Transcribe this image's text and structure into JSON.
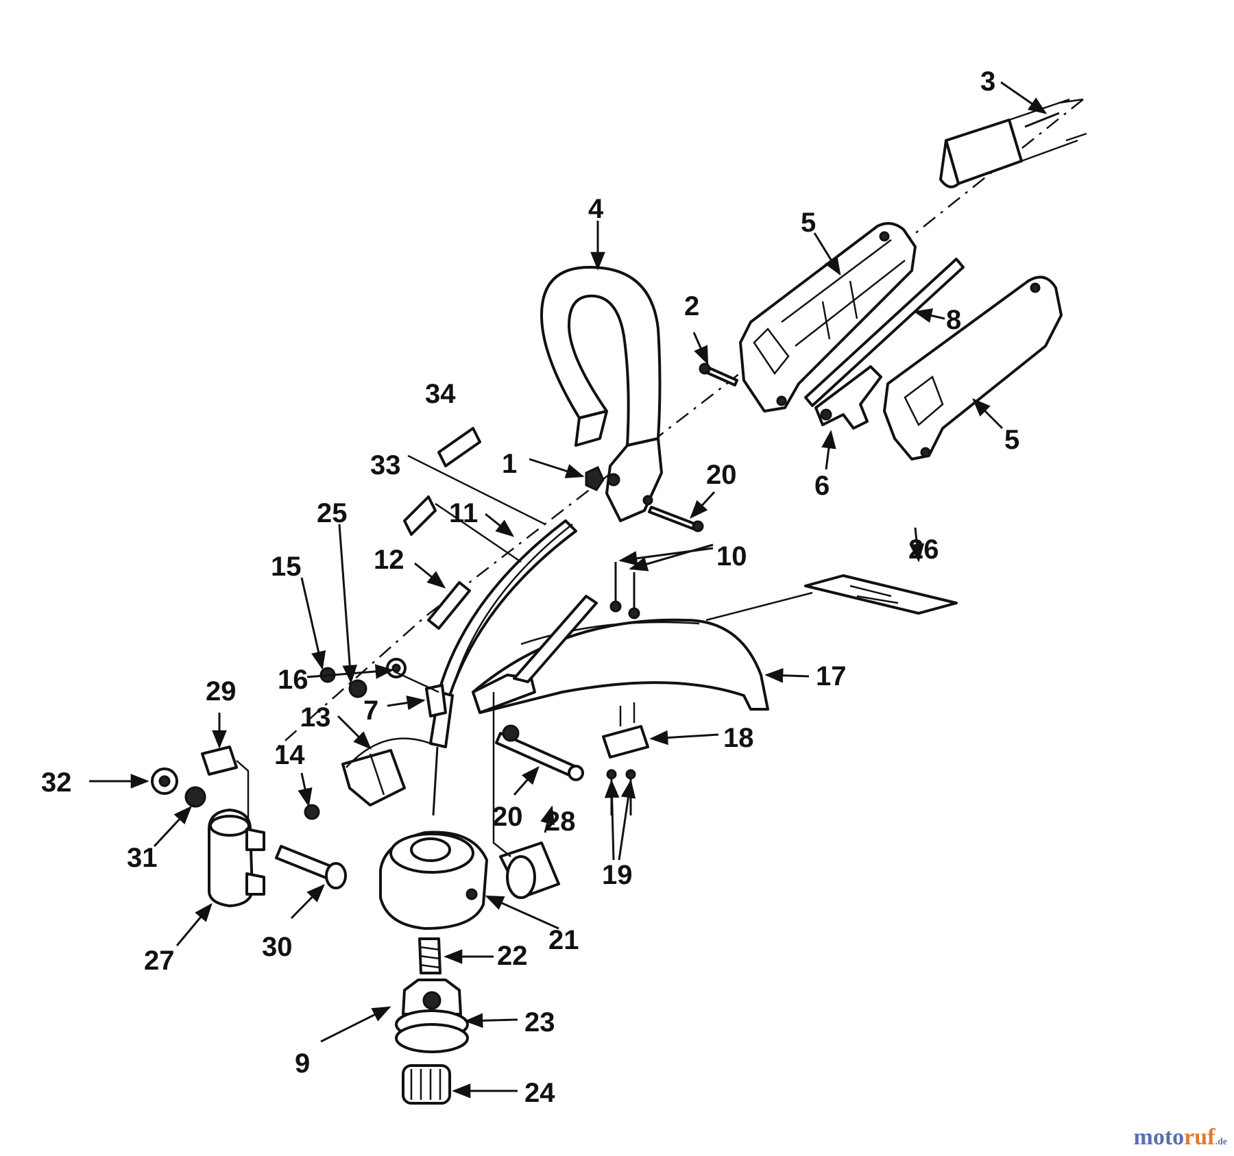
{
  "labels": {
    "l1": "1",
    "l2": "2",
    "l3": "3",
    "l4": "4",
    "l5a": "5",
    "l5b": "5",
    "l6": "6",
    "l7": "7",
    "l8": "8",
    "l9": "9",
    "l10": "10",
    "l11": "11",
    "l12": "12",
    "l13": "13",
    "l14": "14",
    "l15": "15",
    "l16": "16",
    "l17": "17",
    "l18": "18",
    "l19": "19",
    "l20a": "20",
    "l20b": "20",
    "l21": "21",
    "l22": "22",
    "l23": "23",
    "l24": "24",
    "l25": "25",
    "l26": "26",
    "l27": "27",
    "l28": "28",
    "l29": "29",
    "l30": "30",
    "l31": "31",
    "l32": "32",
    "l33": "33",
    "l34": "34"
  },
  "watermark": {
    "part1": "moto",
    "part2": "ruf",
    "part3": ".de"
  },
  "colors": {
    "ink": "#111111",
    "watermark_blue": "#5a6fb3",
    "watermark_orange": "#e07a2e"
  }
}
